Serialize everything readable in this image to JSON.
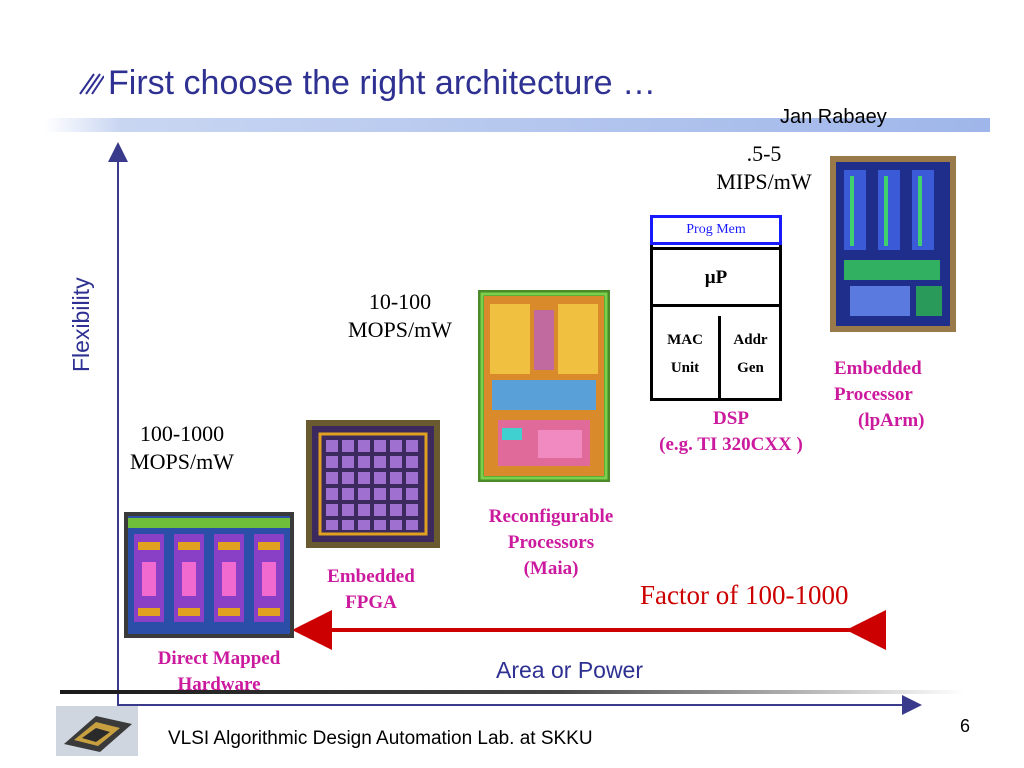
{
  "slide": {
    "title": "First choose the right architecture …",
    "author": "Jan Rabaey",
    "y_axis_label": "Flexibility",
    "x_axis_label": "Area or Power",
    "factor_label": "Factor of 100-1000",
    "footer": "VLSI Algorithmic Design Automation Lab. at SKKU",
    "page_number": "6"
  },
  "efficiency": {
    "asic": [
      "100-1000",
      "MOPS/mW"
    ],
    "reconfig": [
      "10-100",
      "MOPS/mW"
    ],
    "processor": [
      ".5-5",
      "MIPS/mW"
    ]
  },
  "architectures": {
    "direct_mapped": [
      "Direct Mapped",
      "Hardware"
    ],
    "fpga": [
      "Embedded",
      "FPGA"
    ],
    "reconfig": [
      "Reconfigurable",
      "Processors",
      "(Maia)"
    ],
    "dsp": [
      "DSP",
      "(e.g. TI 320CXX )"
    ],
    "embedded_processor": [
      "Embedded",
      "Processor",
      "(lpArm)"
    ]
  },
  "dsp_block": {
    "prog_mem": "Prog Mem",
    "up": "µP",
    "mac": [
      "MAC",
      "Unit"
    ],
    "addr": [
      "Addr",
      "Gen"
    ]
  },
  "colors": {
    "title": "#2e3192",
    "label_magenta": "#cc1a9e",
    "factor_red": "#cc0000",
    "axis": "#3a3a8c"
  }
}
